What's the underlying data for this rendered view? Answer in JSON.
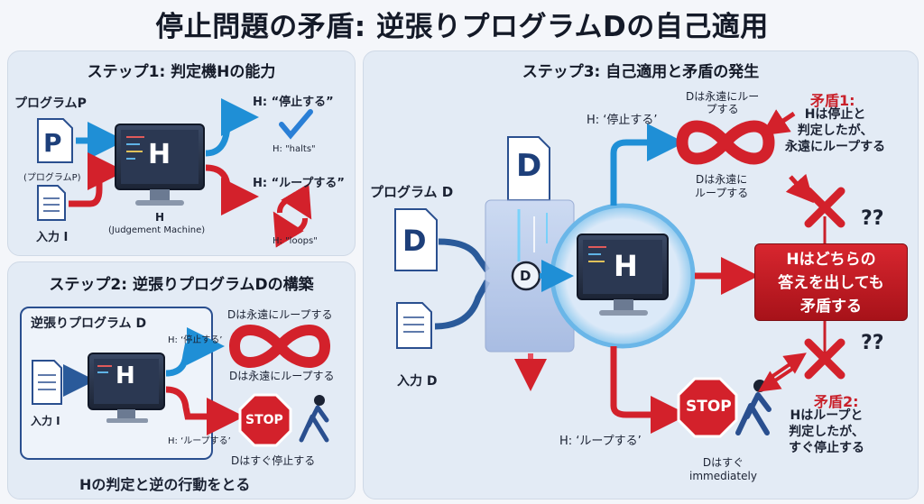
{
  "title": "停止問題の矛盾: 逆張りプログラムDの自己適用",
  "step1": {
    "title": "ステップ1: 判定機Hの能力",
    "program_label": "プログラムP",
    "program_caption": "(プログラムP)",
    "input_label": "入力 I",
    "machine_letter": "H",
    "machine_name": "H",
    "machine_caption": "(Judgement Machine)",
    "halts_label": "H: “停止する”",
    "halts_caption": "H: \"halts\"",
    "loops_label": "H: “ループする”",
    "loops_caption": "H: \"loops\""
  },
  "step2": {
    "title": "ステップ2: 逆張りプログラムDの構築",
    "box_title": "逆張りプログラム D",
    "input_label": "入力 I",
    "machine_letter": "H",
    "halt_branch": "H: ‘停止する’",
    "loop_caption_top": "Dは永遠にループする",
    "loop_caption_bottom": "Dは永遠にループする",
    "loop_branch": "H: ‘ループする’",
    "stop_sign": "STOP",
    "stop_caption": "Dはすぐ停止する",
    "footer": "Hの判定と逆の行動をとる"
  },
  "step3": {
    "title": "ステップ3: 自己適用と矛盾の発生",
    "program_label": "プログラム D",
    "doc_letter": "D",
    "doc_letter_big": "D",
    "input_label": "入力 D",
    "d_circle": "D",
    "machine_letter": "H",
    "halt_branch": "H: ‘停止する’",
    "loop_top_caption": "Dは永遠にルー\nプする",
    "loop_mid_caption": "Dは永遠に\nループする",
    "loop_branch": "H: ‘ループする’",
    "stop_sign": "STOP",
    "stop_caption": "Dはすぐ\nimmediately",
    "contradiction1_title": "矛盾1:",
    "contradiction1_body": "Hは停止と\n判定したが、\n永遠にループする",
    "contradiction2_title": "矛盾2:",
    "contradiction2_body": "Hはループと\n判定したが、\nすぐ停止する",
    "result": "Hはどちらの\n答えを出しても\n矛盾する",
    "qmarks_top": "??",
    "qmarks_bottom": "??"
  },
  "colors": {
    "blue_arrow": "#1f8fd6",
    "red_arrow": "#d3212b",
    "panel_bg": "#e3ebf5",
    "monitor": "#2a3246"
  }
}
